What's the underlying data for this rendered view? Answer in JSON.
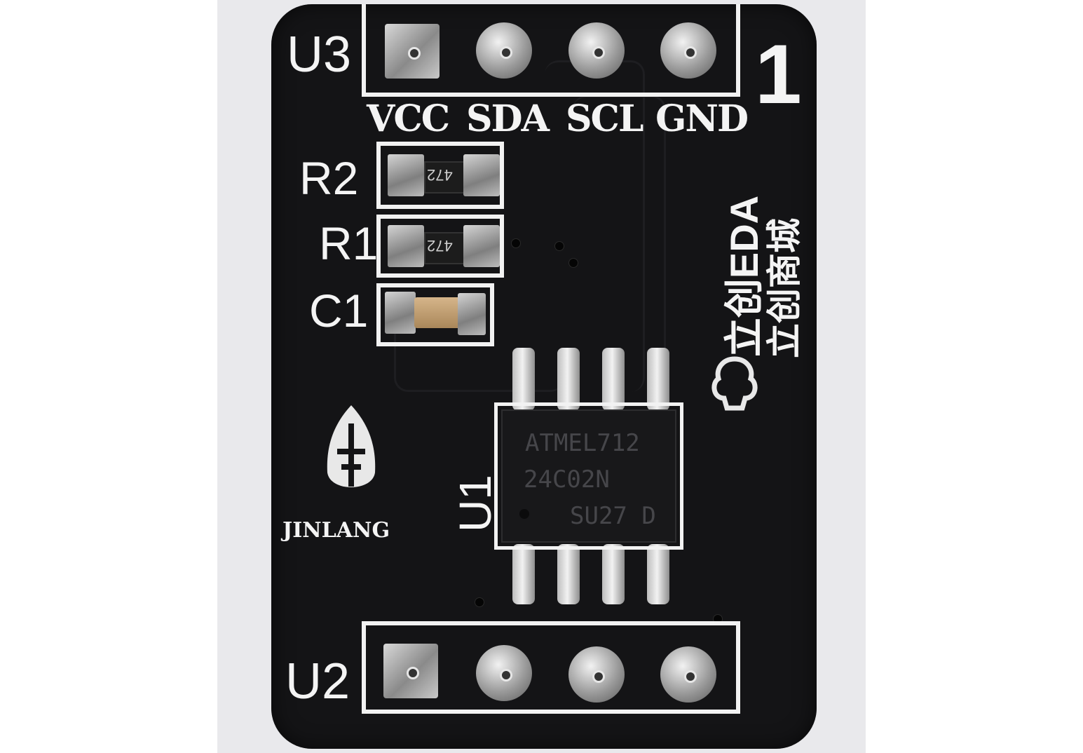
{
  "pcb": {
    "u3_label": "U3",
    "u2_label": "U2",
    "pin_labels": [
      "VCC",
      "SDA",
      "SCL",
      "GND"
    ],
    "pin1_marker": "1",
    "r2_label": "R2",
    "r1_label": "R1",
    "c1_label": "C1",
    "r2_code": "472",
    "r1_code": "472",
    "u1_label": "U1",
    "chip_line1": "ATMEL712",
    "chip_line2": "24C02N",
    "chip_line3": "SU27 D",
    "maker_name": "JINLANG",
    "vendor_logo_text": "立创EDA",
    "vendor_logo_text2": "立创商城"
  },
  "colors": {
    "board": "#141416",
    "silkscreen": "#f4f4f4",
    "pad": "#b9b9b9",
    "capacitor": "#c8a476"
  },
  "icons": {
    "maker_logo": "jinlang-emblem-icon",
    "vendor_logo": "lceda-cloud-icon"
  }
}
